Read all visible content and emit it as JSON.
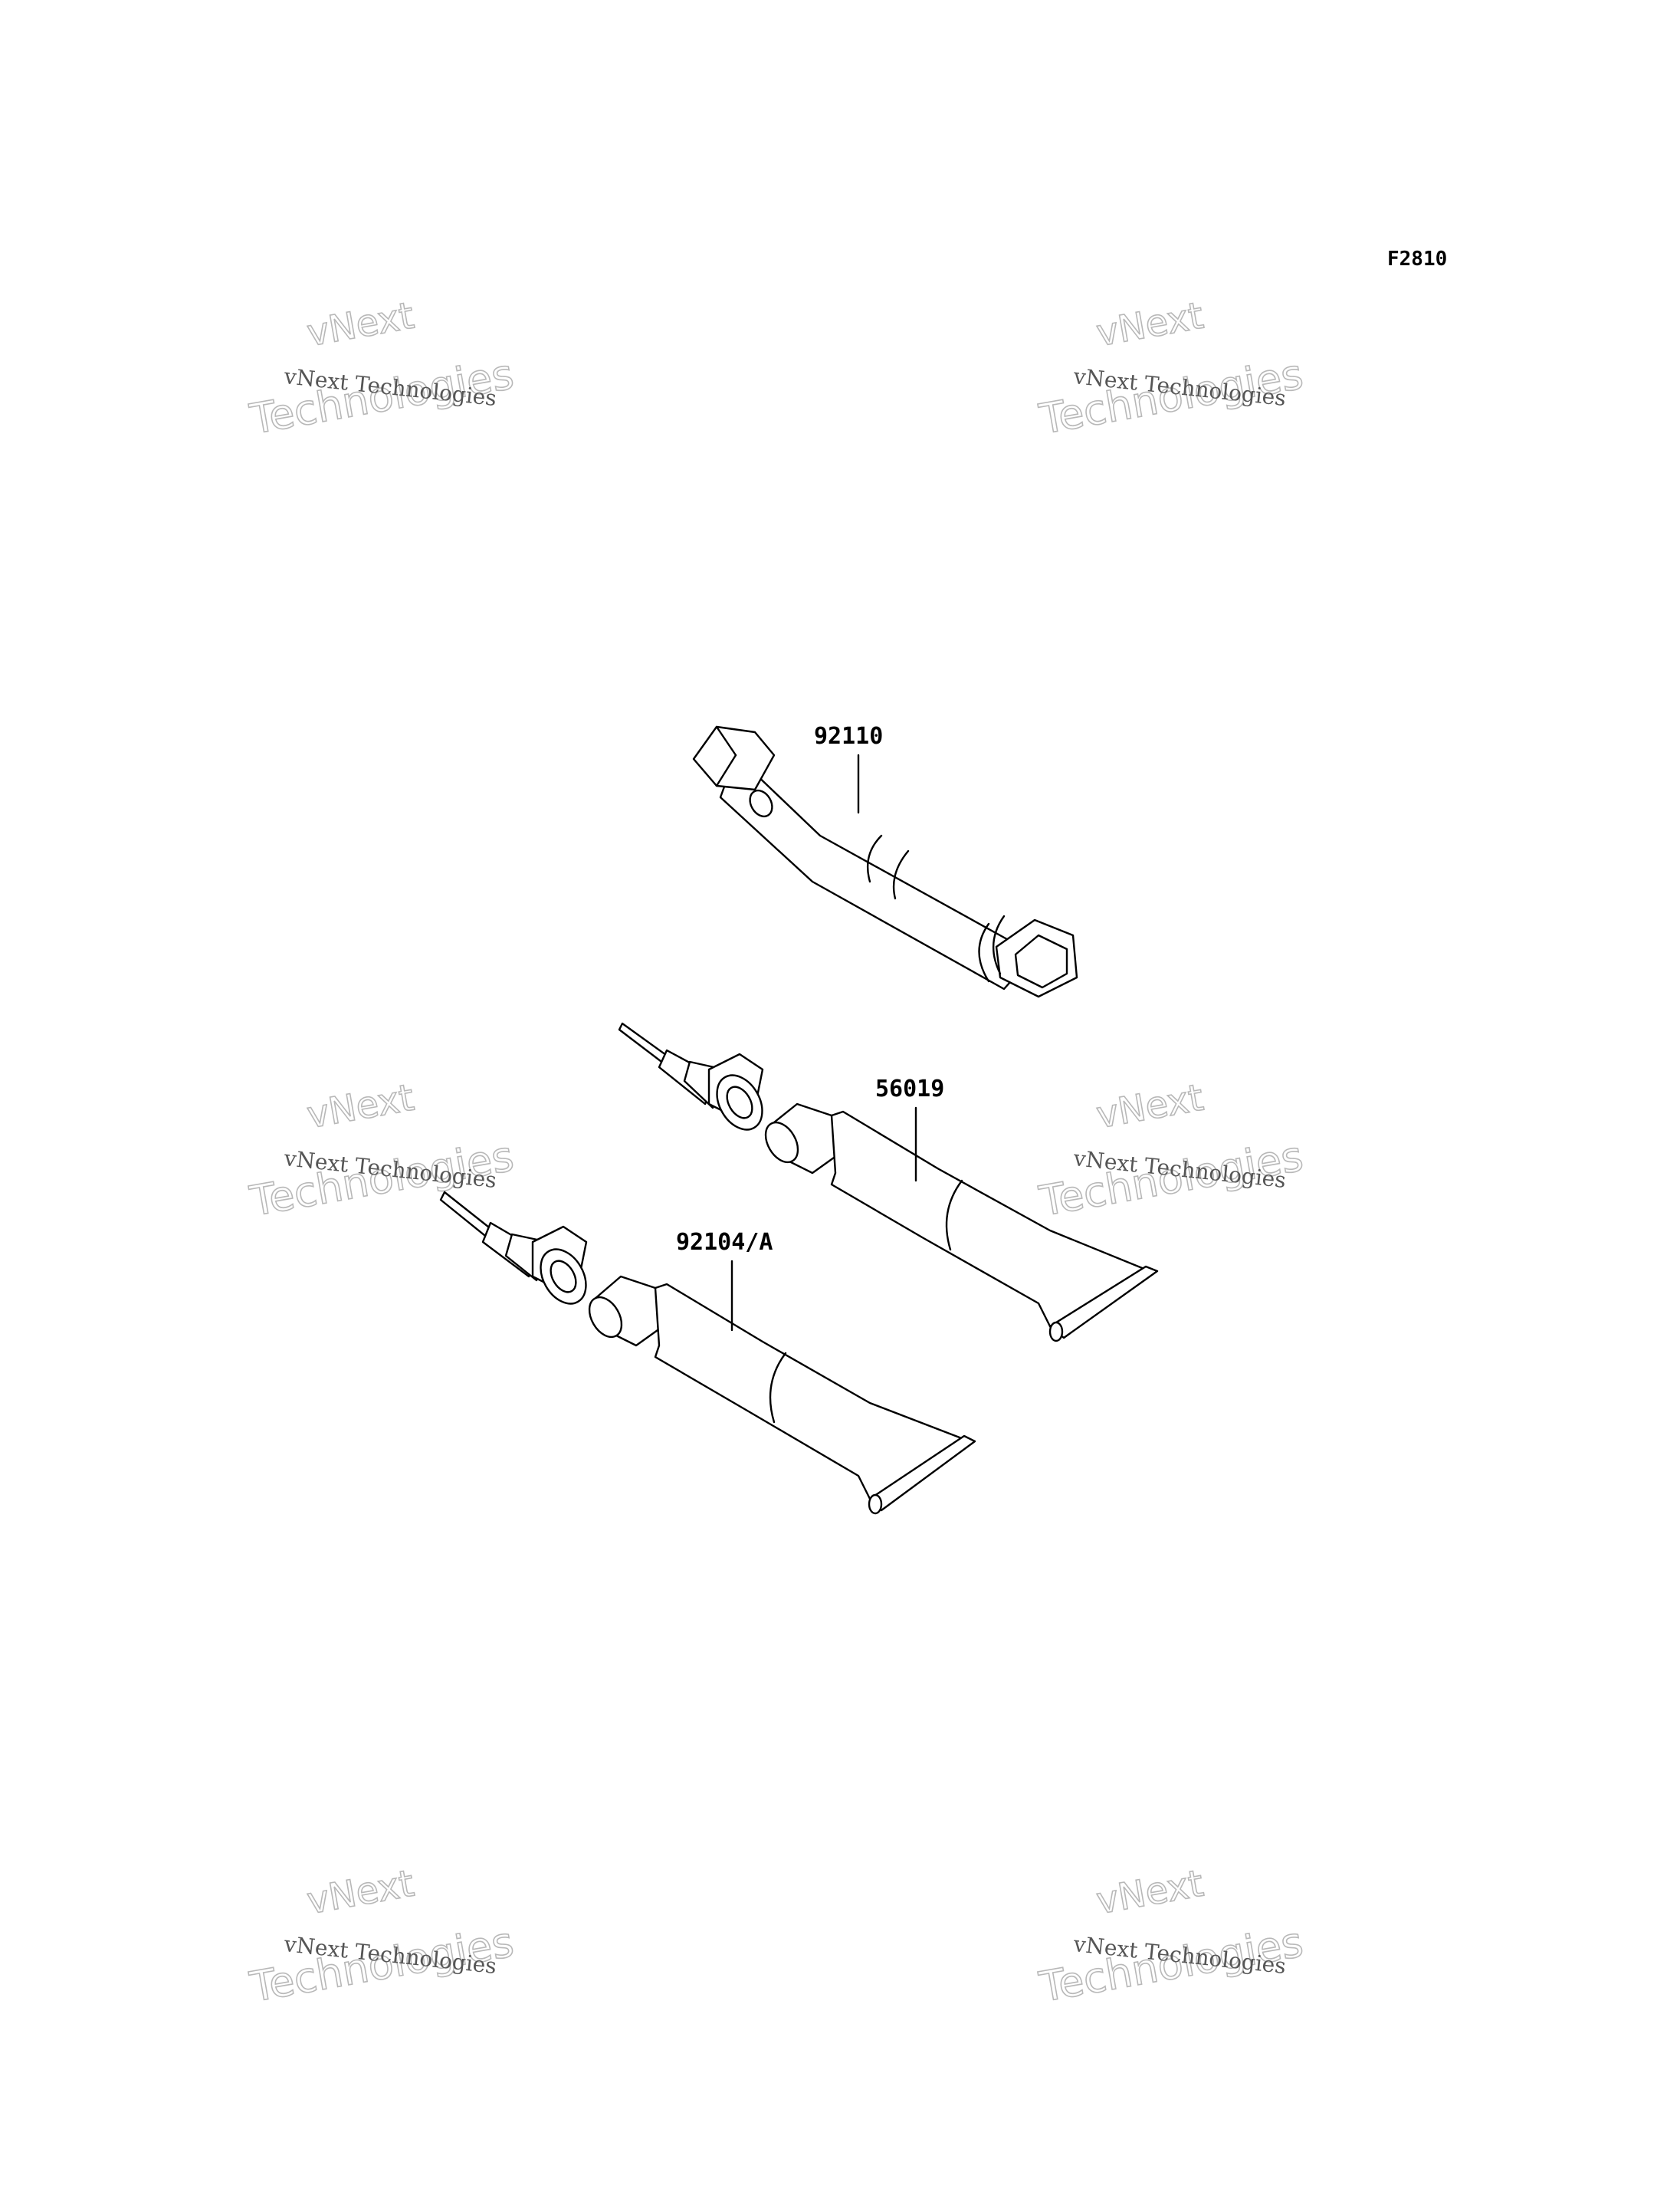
{
  "figure_code": "F2810",
  "parts": [
    {
      "id": "tool-wrench",
      "number": "92110"
    },
    {
      "id": "grease-tube-upper",
      "number": "56019"
    },
    {
      "id": "grease-tube-lower",
      "number": "92104/A"
    }
  ],
  "watermark": {
    "line_small": "vNext Technologies",
    "line_big_1": "vNext",
    "line_big_2": "Technologies"
  }
}
